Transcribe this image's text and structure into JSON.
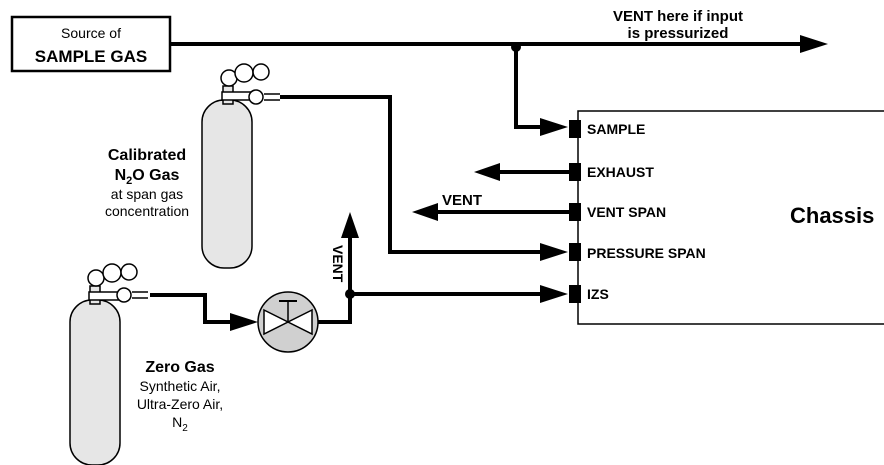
{
  "source_box": {
    "line1": "Source of",
    "line2": "SAMPLE GAS"
  },
  "vent_note": {
    "line1": "VENT here if input",
    "line2": "is pressurized"
  },
  "cal_gas": {
    "title1": "Calibrated",
    "formula_a": "N",
    "formula_sub": "2",
    "formula_b": "O Gas",
    "desc1": "at span gas",
    "desc2": "concentration"
  },
  "zero_gas": {
    "title": "Zero Gas",
    "desc1": "Synthetic Air,",
    "desc2": "Ultra-Zero Air,",
    "n": "N",
    "n_sub": "2"
  },
  "vent_label": "VENT",
  "vent_vertical_label": "VENT",
  "chassis": {
    "title": "Chassis",
    "ports": [
      "SAMPLE",
      "EXHAUST",
      "VENT SPAN",
      "PRESSURE SPAN",
      "IZS"
    ]
  },
  "colors": {
    "line": "#000000",
    "cylinder": "#e6e6e6",
    "valve": "#d0d0d0"
  }
}
